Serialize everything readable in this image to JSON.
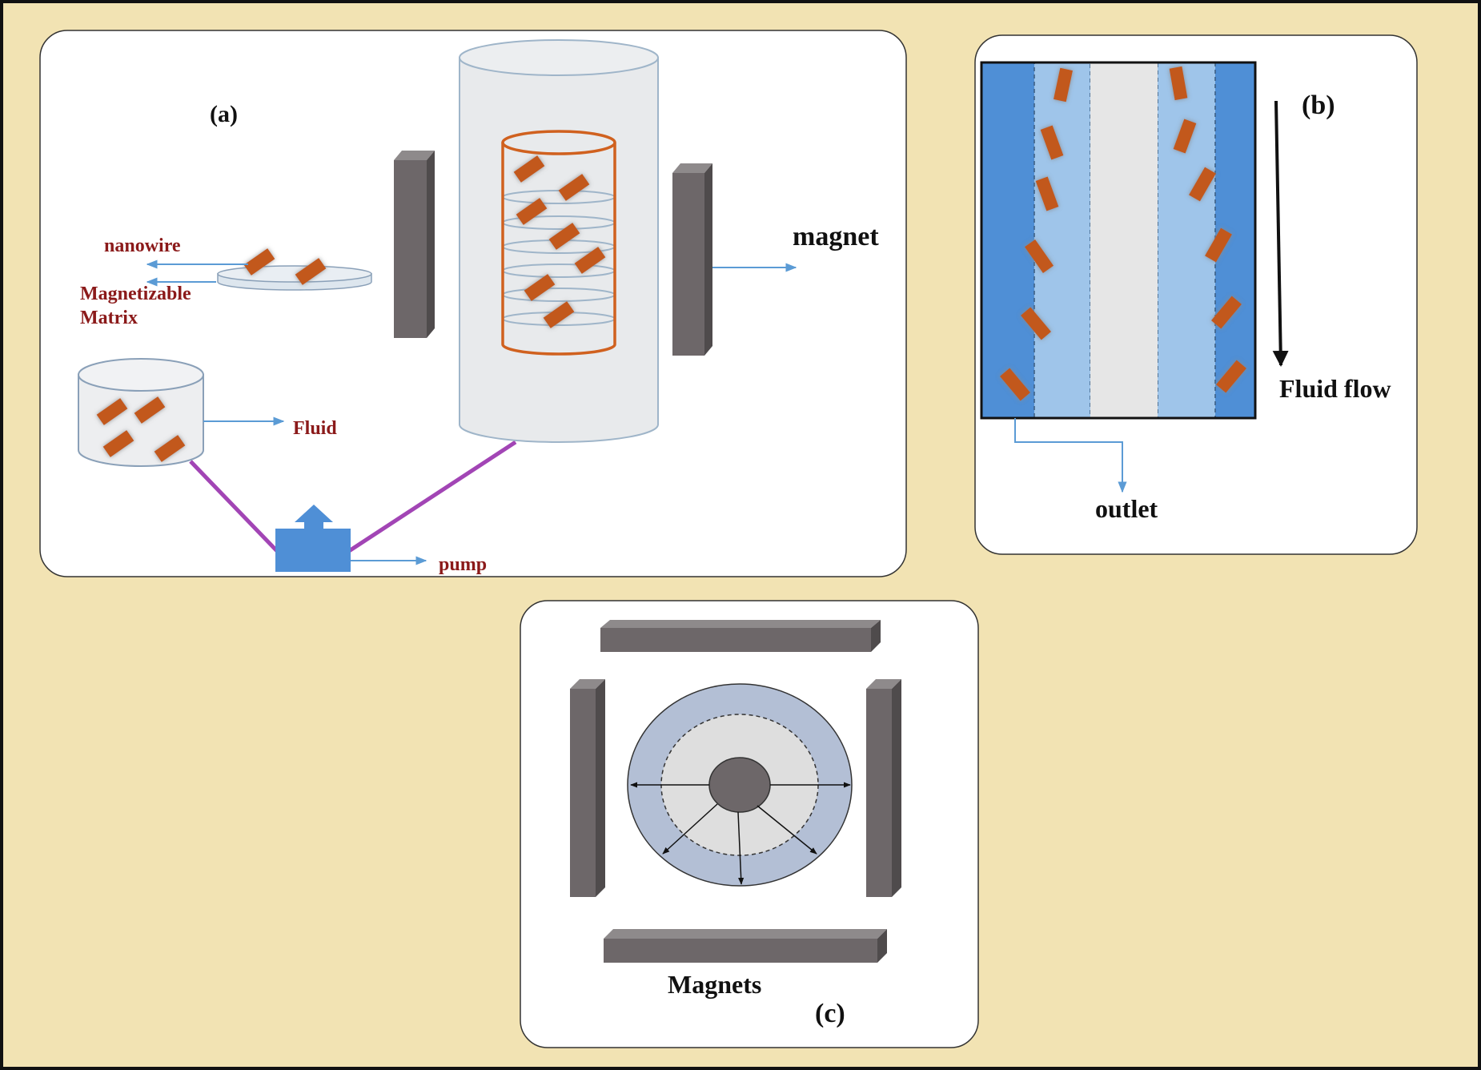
{
  "colors": {
    "background": "#f2e3b3",
    "panel": "#ffffff",
    "magnet": "#6d6769",
    "nanowire": "#c2581a",
    "label_red": "#8b1a1a",
    "arrow_blue": "#5b9bd5",
    "pipe": "#a245b5",
    "pump": "#4f8fd6",
    "column_dark": "#4f8fd6",
    "column_light": "#9fc5ea",
    "column_core": "#e6e6e6",
    "disc_outer": "#b3bfd5",
    "disc_inner": "#dedede",
    "disc_center": "#6d6769"
  },
  "panel_a": {
    "tag": "(a)",
    "label_nanowire": "nanowire",
    "label_matrix_line1": "Magnetizable",
    "label_matrix_line2": "Matrix",
    "label_fluid": "Fluid",
    "label_pump": "pump",
    "label_magnet": "magnet"
  },
  "panel_b": {
    "tag": "(b)",
    "label_flow": "Fluid flow",
    "label_outlet": "outlet"
  },
  "panel_c": {
    "tag": "(c)",
    "label_magnets": "Magnets"
  }
}
